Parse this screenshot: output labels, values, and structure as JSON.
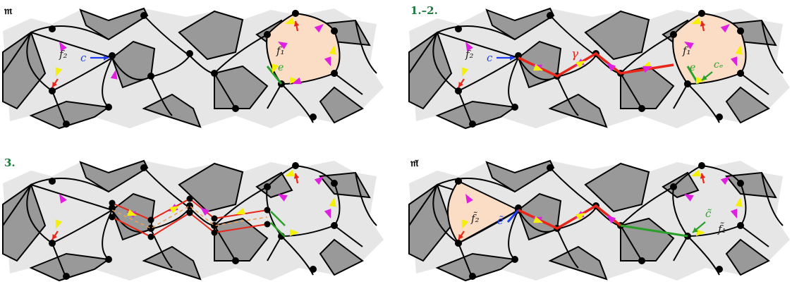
{
  "colors": {
    "light_face": "#e6e6e6",
    "dark_face": "#999999",
    "highlight_face": "#fbdcc4",
    "edge": "#000000",
    "path": "#e8261a",
    "green": "#2aa02a",
    "blue": "#1f3ff0",
    "magenta": "#e020e0",
    "yellow": "#f5f000",
    "orange_dash": "#f0a050",
    "label_green": "#1a7a3a"
  },
  "panels": [
    {
      "id": "p1",
      "tag": "𝔪",
      "tag_color": "#000000",
      "labels": {
        "f2": "f₂",
        "c": "c",
        "f1": "f₁",
        "e": "e"
      }
    },
    {
      "id": "p2",
      "tag": "1.–2.",
      "tag_color": "#1a7a3a",
      "labels": {
        "f2": "f₂",
        "c": "c",
        "f1": "f₁",
        "e": "e",
        "gamma": "γ",
        "ce": "cₑ"
      }
    },
    {
      "id": "p3",
      "tag": "3.",
      "tag_color": "#1a7a3a",
      "labels": {}
    },
    {
      "id": "p4",
      "tag": "𝔪̃",
      "tag_color": "#000000",
      "labels": {
        "f2t": "f̃₂",
        "et": "ẽ",
        "ct": "c̃",
        "f1t": "f̃₁"
      }
    }
  ],
  "icons": [
    "corner-arrow-magenta",
    "corner-arrow-yellow",
    "red-arrow-icon",
    "blue-arrow-icon",
    "green-arrow-icon"
  ]
}
